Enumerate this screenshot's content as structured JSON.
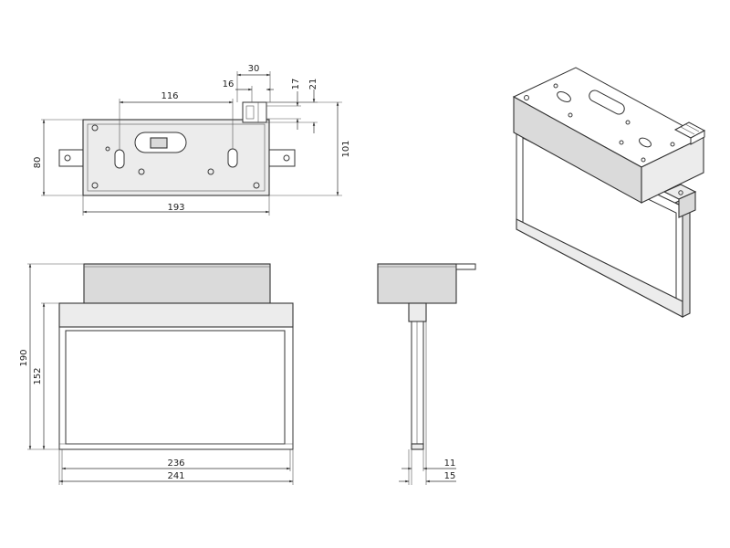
{
  "views": {
    "top": {
      "dims": {
        "d30": "30",
        "d16": "16",
        "d17": "17",
        "d21": "21",
        "d116": "116",
        "d80": "80",
        "d101": "101",
        "d193": "193"
      }
    },
    "front": {
      "dims": {
        "d190": "190",
        "d152": "152",
        "d236": "236",
        "d241": "241"
      }
    },
    "side": {
      "dims": {
        "d11": "11",
        "d15": "15"
      }
    }
  },
  "colors": {
    "line": "#333333",
    "body": "#ececec",
    "panel": "#ffffff"
  }
}
